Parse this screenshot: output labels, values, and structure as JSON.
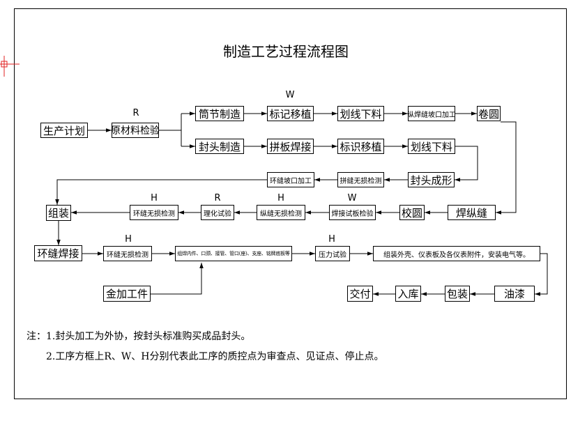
{
  "title": "制造工艺过程流程图",
  "nodes": {
    "plan": "生产计划",
    "inspect": "原材料检验",
    "tube": "筒节制造",
    "head": "封头制造",
    "mark_move_1": "标记移植",
    "split_weld": "拼板焊接",
    "line_cut_1": "划线下料",
    "mark_move_2": "标识移植",
    "long_groove": "纵焊缝坡口加工",
    "line_cut_2": "划线下料",
    "roll": "卷圆",
    "head_form": "封头成形",
    "split_ndt": "拼缝无损检测",
    "ring_groove": "环缝坡口加工",
    "long_weld": "焊纵缝",
    "round_check": "校圆",
    "plate_test": "焊接试板检验",
    "long_ndt": "纵缝无损检测",
    "phys_test": "理化试验",
    "ring_ndt_1": "环缝无损检测",
    "assemble": "组装",
    "ring_weld": "环缝焊接",
    "ring_ndt_2": "环缝无损检测",
    "long_step": "组焊内件、口颈、接管、管口(座)、支座、铭牌底板等",
    "pressure": "压力试验",
    "final_assembly": "组装外壳、仪表板及各仪表附件，安装电气等。",
    "paint": "油漆",
    "pack": "包装",
    "store": "入库",
    "deliver": "交付",
    "metal": "金加工件"
  },
  "control_marks": {
    "inspect": "R",
    "mark_move_1": "W",
    "plate_test": "W",
    "long_ndt": "H",
    "phys_test": "R",
    "ring_ndt_1": "H",
    "ring_ndt_2": "H",
    "pressure": "H"
  },
  "notes": {
    "line1": "注：1.封头加工为外协，按封头标准购买成品封头。",
    "line2": "2.工序方框上R、W、H分别代表此工序的质控点为审查点、见证点、停止点。"
  }
}
